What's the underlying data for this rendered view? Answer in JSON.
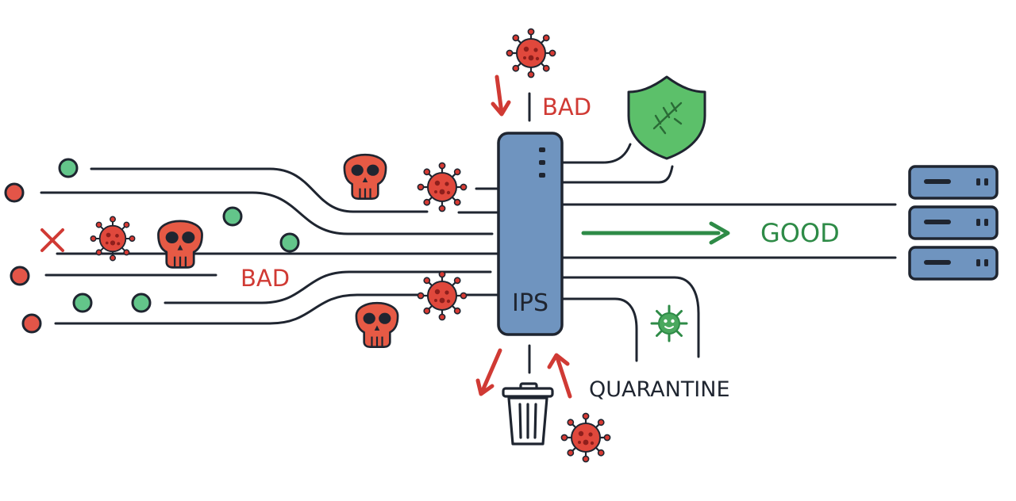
{
  "device": {
    "label": "IPS"
  },
  "labels": {
    "bad_top": "BAD",
    "bad_left": "BAD",
    "good": "GOOD",
    "quarantine": "QUARANTINE"
  },
  "icons": {
    "malicious": [
      "virus-icon",
      "skull-icon",
      "x-mark-icon"
    ],
    "safe": [
      "green-dot-icon",
      "shield-icon",
      "quarantined-virus-icon"
    ],
    "destination": "server-stack-icon",
    "discard": "trash-can-icon"
  },
  "colors": {
    "bad": "#d03a34",
    "good": "#2e8b47",
    "device": "#6f94bf",
    "line": "#1f2530",
    "skull": "#e65a45",
    "shield": "#5cc06a",
    "safe_dot": "#63c58a"
  }
}
